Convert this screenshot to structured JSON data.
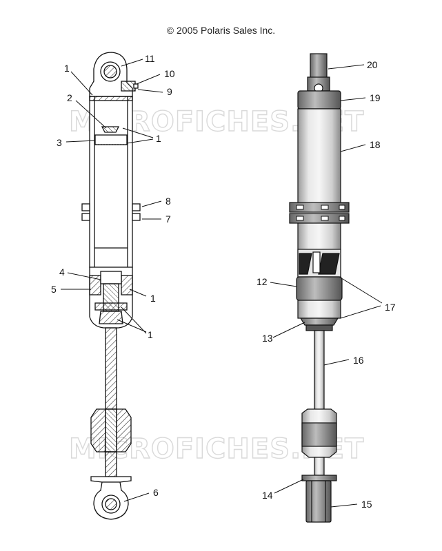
{
  "copyright": "© 2005 Polaris Sales Inc.",
  "watermark": "MICROFICHES.NET",
  "callouts": {
    "c1a": "1",
    "c2": "2",
    "c1b": "1",
    "c3": "3",
    "c4": "4",
    "c5": "5",
    "c1c": "1",
    "c1d": "1",
    "c6": "6",
    "c7": "7",
    "c8": "8",
    "c9": "9",
    "c10": "10",
    "c11": "11",
    "c12": "12",
    "c13": "13",
    "c14": "14",
    "c15": "15",
    "c16": "16",
    "c17": "17",
    "c18": "18",
    "c19": "19",
    "c20": "20"
  }
}
